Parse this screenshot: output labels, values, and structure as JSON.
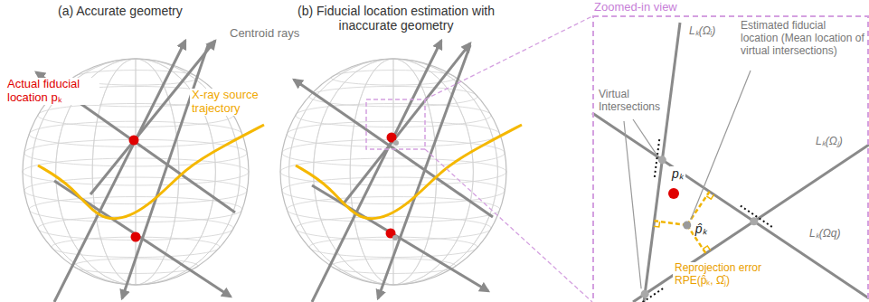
{
  "diagram": {
    "nodes": [
      {
        "text": [
          "Zoomed-in view"
        ]
      }
    ],
    "labels": [
      "(a) Accurate geometry",
      "(b) Fiducial location estimation with inaccurate geometry",
      "Centroid rays",
      "Actual fiducial location pₖ",
      "X-ray source trajectory",
      "Virtual Intersections",
      "Estimated fiducial location (Mean location of virtual intersections)",
      "pₖ",
      "p̂ₖ",
      "Reprojection error RPE(p̂ₖ, Ω̂ⱼ)",
      "Lₖ(Ωᵢ)",
      "Lₖ(Ωⱼ)",
      "Lₖ(Ωq)"
    ]
  }
}
